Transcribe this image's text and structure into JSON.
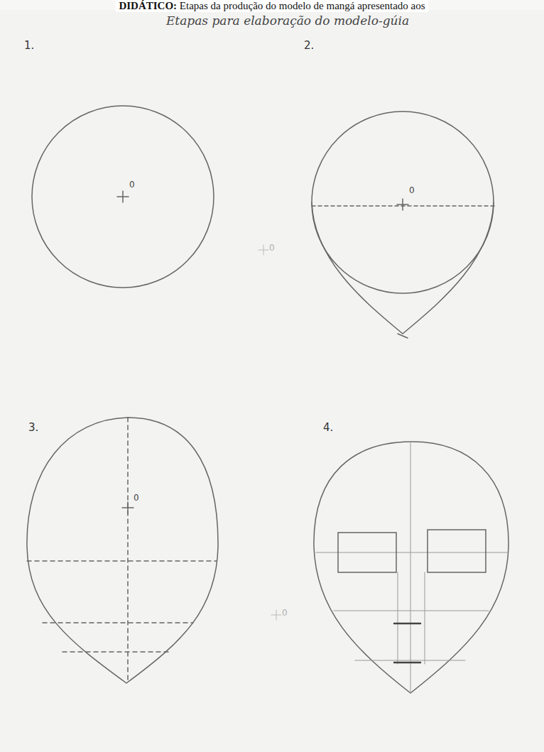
{
  "diagram": {
    "title": "Etapas para elaboração do modelo-gúia",
    "caption": "DIDÁTICO: Etapas da produção do modelo de mangá apresentado aos",
    "labels": [
      "1.",
      "2.",
      "3.",
      "4.",
      "0",
      "0",
      "0",
      "0",
      "0"
    ]
  }
}
